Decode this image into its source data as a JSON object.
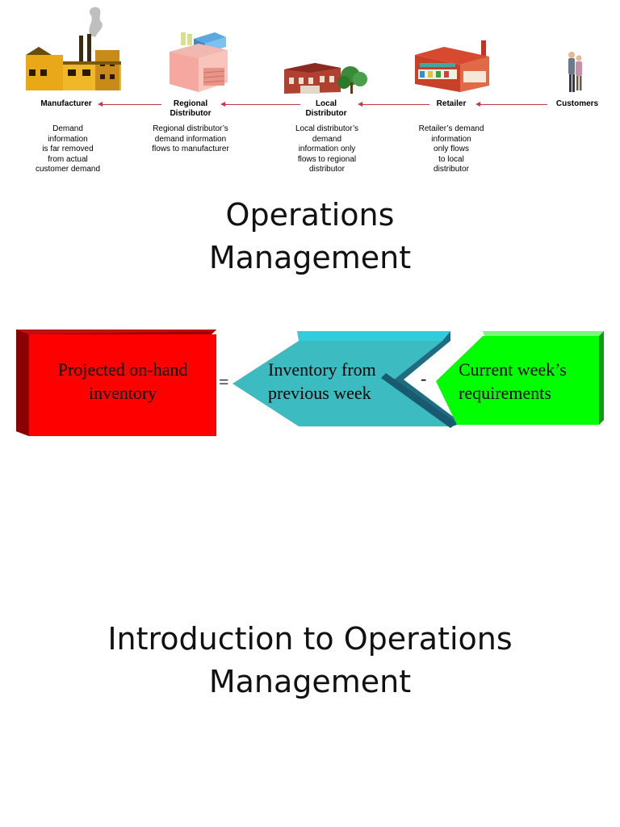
{
  "supply_chain": {
    "stages": [
      {
        "label": "Manufacturer",
        "description": "Demand\ninformation\nis far removed\nfrom actual\ncustomer demand"
      },
      {
        "label": "Regional\nDistributor",
        "description": "Regional distributor’s\ndemand information\nflows to manufacturer"
      },
      {
        "label": "Local\nDistributor",
        "description": "Local distributor’s\ndemand\ninformation only\nflows to regional\ndistributor"
      },
      {
        "label": "Retailer",
        "description": "Retailer’s demand\ninformation\nonly  flows\nto local\ndistributor"
      },
      {
        "label": "Customers",
        "description": ""
      }
    ]
  },
  "title_1": "Operations\nManagement",
  "equation": {
    "box_1": "Projected on-hand\ninventory",
    "operator_1": "=",
    "box_2": "Inventory from\nprevious week",
    "operator_2": "-",
    "box_3": "Current week’s\nrequirements",
    "colors": {
      "box_1": "#ff0000",
      "box_2": "#3cbcc0",
      "box_3": "#00ff00"
    }
  },
  "title_2": "Introduction to Operations\nManagement"
}
